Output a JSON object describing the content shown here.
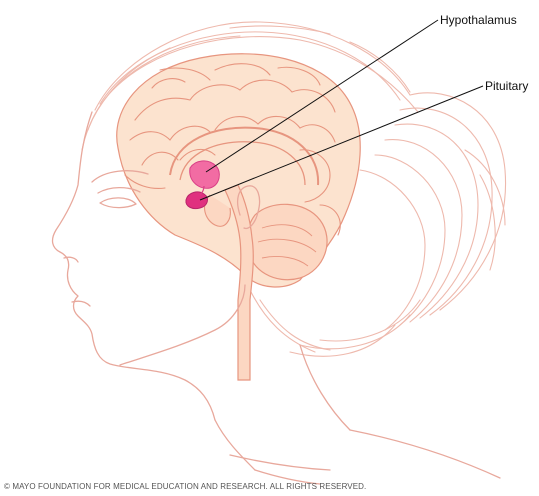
{
  "labels": {
    "hypothalamus": "Hypothalamus",
    "pituitary": "Pituitary"
  },
  "copyright": "© MAYO FOUNDATION FOR MEDICAL EDUCATION AND RESEARCH. ALL RIGHTS RESERVED.",
  "colors": {
    "skin_line": "#e8a89c",
    "hair_line": "#eeb9ad",
    "brain_fill": "#fbd9bf",
    "brain_line": "#e7957f",
    "hypothalamus": "#f0579b",
    "pituitary": "#e0307f",
    "leader_line": "#111111"
  }
}
